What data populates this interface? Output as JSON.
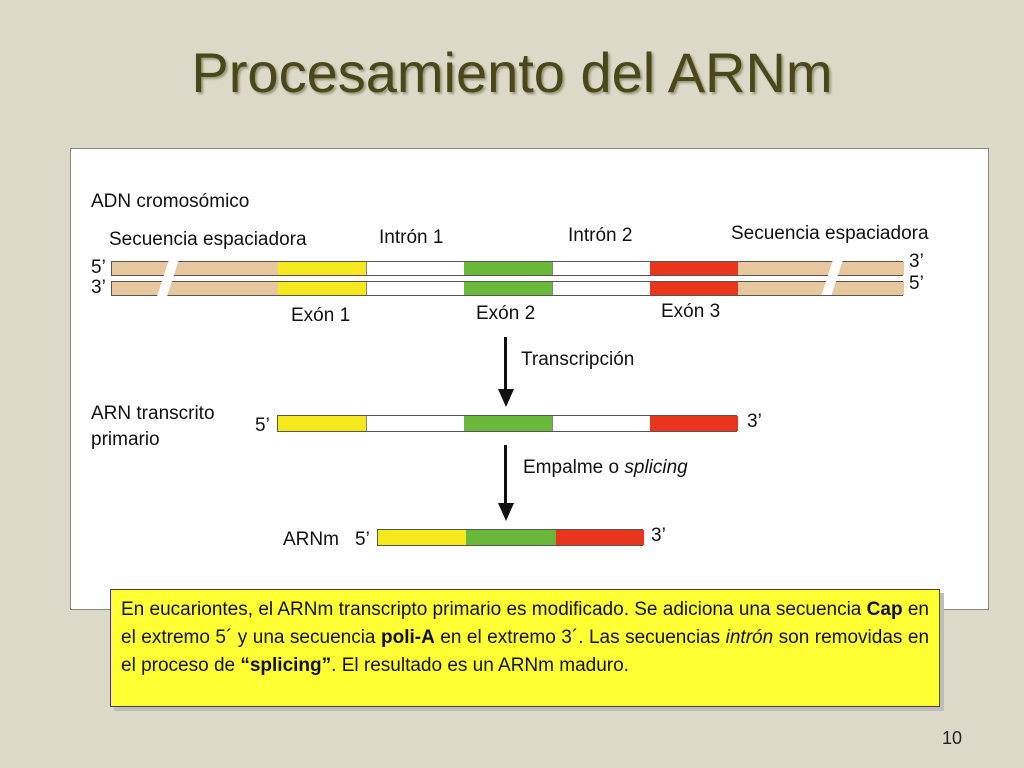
{
  "slide": {
    "title": "Procesamiento del ARNm",
    "number": "10"
  },
  "diagram": {
    "adn_label": "ADN cromosómico",
    "spacer_left": "Secuencia espaciadora",
    "spacer_right": "Secuencia espaciadora",
    "intron1": "Intrón 1",
    "intron2": "Intrón 2",
    "exon1": "Exón 1",
    "exon2": "Exón 2",
    "exon3": "Exón 3",
    "end5": "5’",
    "end3": "3’",
    "transcription": "Transcripción",
    "arn_label_line1": "ARN transcrito",
    "arn_label_line2": "primario",
    "splicing_prefix": "Empalme o ",
    "splicing_italic": "splicing",
    "arnm_label": "ARNm",
    "colors": {
      "exon1": "#f5e81c",
      "exon2": "#6ab83a",
      "exon3": "#e8351c",
      "spacer": "#e6c79e",
      "intron": "#ffffff"
    }
  },
  "caption": {
    "p1": "En eucariontes, el ARNm transcripto primario es modificado. Se adiciona una secuencia ",
    "cap": "Cap",
    "p2": " en el extremo 5´ y una secuencia ",
    "polia": "poli-A",
    "p3": " en el extremo 3´. Las secuencias ",
    "intron": "intrón",
    "p4": " son removidas en el proceso de ",
    "splicing": "“splicing”",
    "p5": ". El resultado es un ARNm maduro."
  }
}
